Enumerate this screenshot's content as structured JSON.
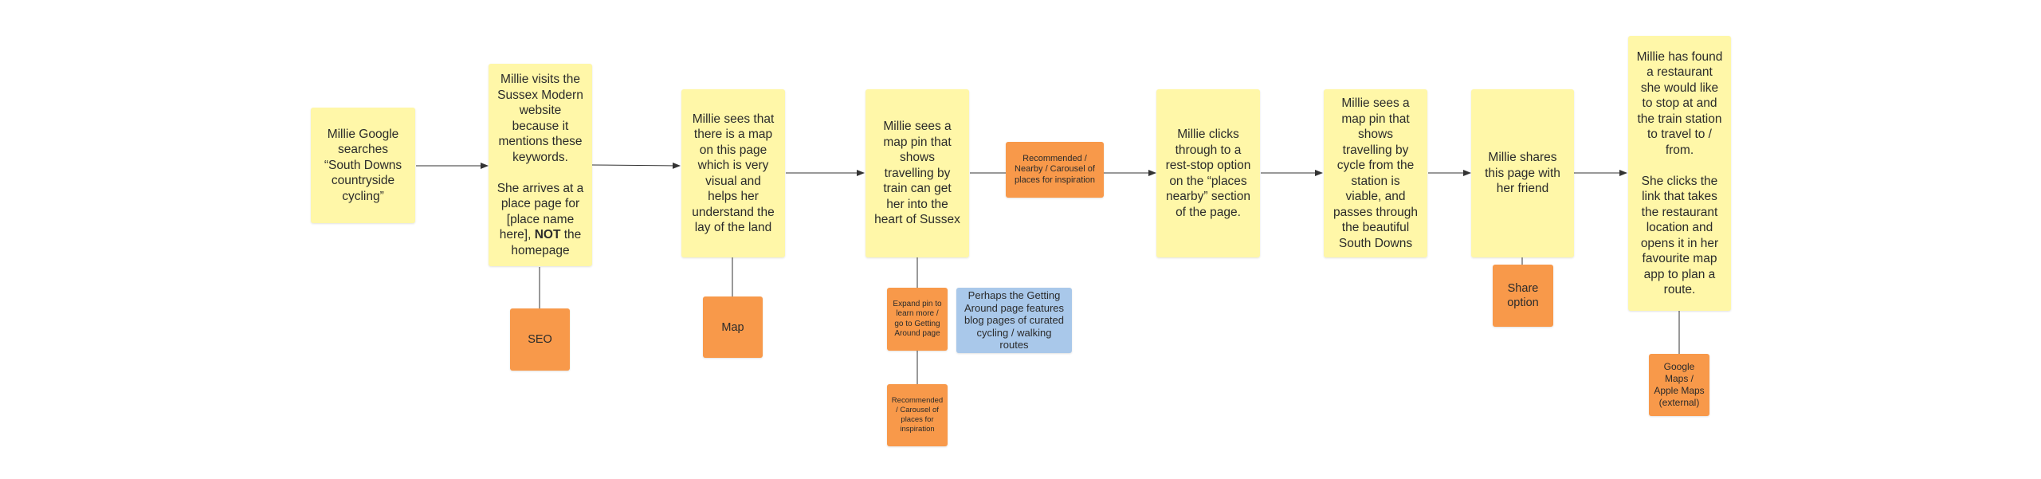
{
  "steps": [
    {
      "text": "Millie Google searches “South Downs countryside cycling”"
    },
    {
      "text_a": "Millie visits the Sussex Modern website because it mentions these keywords.\n\nShe arrives at a place page for [place name here], ",
      "text_bold": "NOT",
      "text_b": " the homepage"
    },
    {
      "text": "Millie sees that there is a map on this page which is very visual and helps her understand the lay of the land"
    },
    {
      "text": "Millie sees a map pin that shows travelling by train can get her into the heart of Sussex"
    },
    {
      "text": "Millie clicks through to a rest-stop option on the “places nearby” section of the page."
    },
    {
      "text": "Millie sees a map pin that shows travelling by cycle from the station is viable, and passes through the beautiful South Downs"
    },
    {
      "text": "Millie shares this page with her friend"
    },
    {
      "text": "Millie has found a restaurant she would like to stop at and the train station to travel to / from.\n\nShe clicks the link that takes the restaurant location and opens it in her favourite map app to plan a route."
    }
  ],
  "tags": {
    "seo": "SEO",
    "map": "Map",
    "recommended_top": "Recommended / Nearby / Carousel of places for inspiration",
    "expand_pin": "Expand pin to learn more / go to Getting Around page",
    "recommended_bottom": "Recommended / Carousel of places for inspiration",
    "getting_around_note": "Perhaps the Getting Around page features blog pages of curated cycling / walking routes",
    "share": "Share option",
    "maps_external": "Google Maps / Apple Maps (external)"
  },
  "colors": {
    "step_note": "#fff7a8",
    "tag_note": "#f8994a",
    "idea_note": "#a9c8ea",
    "connector": "#333333"
  }
}
